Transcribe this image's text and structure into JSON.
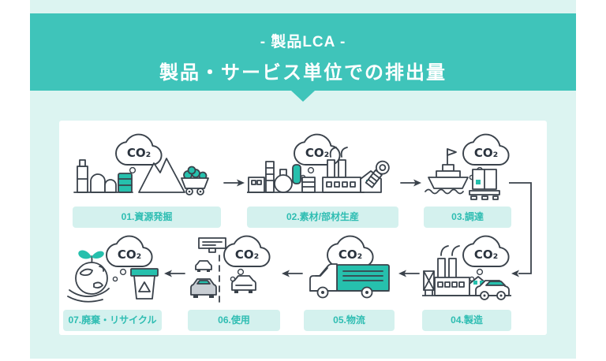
{
  "header": {
    "title_line1": "- 製品LCA -",
    "title_line2": "製品・サービス単位での排出量"
  },
  "co2_label": "CO₂",
  "steps": [
    {
      "label": "01.資源発掘"
    },
    {
      "label": "02.素材/部材生産"
    },
    {
      "label": "03.調達"
    },
    {
      "label": "04.製造"
    },
    {
      "label": "05.物流"
    },
    {
      "label": "06.使用"
    },
    {
      "label": "07.廃棄・リサイクル"
    }
  ],
  "icons": {
    "cloud": "co2-cloud-icon",
    "step_icons": [
      "resource-extraction-icon",
      "material-production-icon",
      "procurement-ship-icon",
      "manufacturing-factory-icon",
      "logistics-truck-icon",
      "usage-cars-icon",
      "disposal-recycle-icon"
    ]
  },
  "colors": {
    "banner_teal": "#3fc4ba",
    "panel_mint": "#dcf4f1",
    "card_white": "#ffffff",
    "pill_mint": "#d4f1ee",
    "pill_text_teal": "#2ebdb2",
    "outline_dark": "#3a424b",
    "accent_teal": "#26c0ad"
  }
}
